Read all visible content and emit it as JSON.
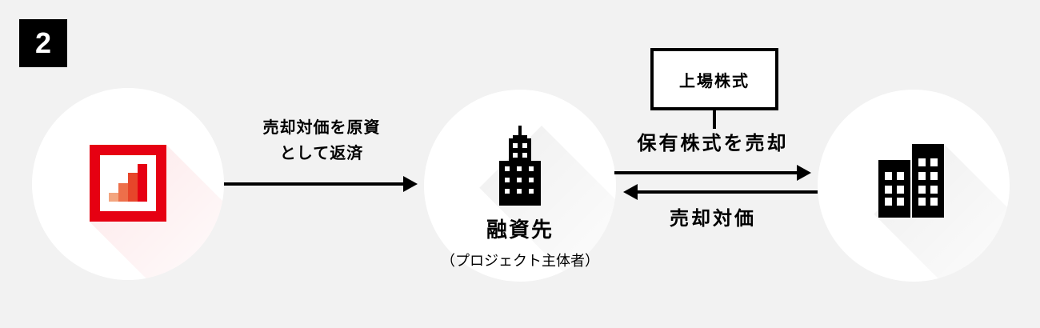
{
  "badge": {
    "number": "2"
  },
  "nodes": {
    "lender": {
      "icon": "bar-chart-logo"
    },
    "borrower": {
      "label": "融資先",
      "sublabel": "（プロジェクト主体者）",
      "icon": "office-building"
    },
    "buyer": {
      "icon": "office-buildings"
    }
  },
  "stock_box": {
    "label": "上場株式"
  },
  "flows": {
    "repayment": {
      "line1": "売却対価を原資",
      "line2": "として返済",
      "direction": "right"
    },
    "sell_shares": {
      "label": "保有株式を売却",
      "direction": "right"
    },
    "sale_proceeds": {
      "label": "売却対価",
      "direction": "left"
    }
  },
  "colors": {
    "background": "#f2f2f2",
    "accent_red": "#e60012",
    "icon_black": "#000000",
    "logo_bars": [
      "#f3a57f",
      "#ed6f4a",
      "#e7452a",
      "#e60012"
    ]
  }
}
